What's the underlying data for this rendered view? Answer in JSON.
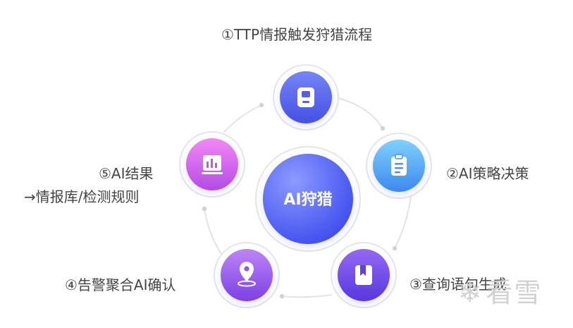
{
  "center": {
    "label": "AI狩猎"
  },
  "steps": [
    {
      "label": "①TTP情报触发狩猎流程",
      "icon": "badge-id-icon"
    },
    {
      "label": "②AI策略决策",
      "icon": "clipboard-list-icon"
    },
    {
      "label": "③查询语句生成",
      "icon": "bookmark-doc-icon"
    },
    {
      "label": "④告警聚合AI确认",
      "icon": "location-pin-icon"
    },
    {
      "label_line1": "⑤AI结果",
      "label_line2": "→情报库/检测规则",
      "icon": "bar-chart-icon"
    }
  ],
  "watermark": {
    "text": "看雪",
    "icon": "snowflake-icon"
  },
  "colors": {
    "ring": "#e2e4ea",
    "node1": [
      "#6f7df7",
      "#4a55e6"
    ],
    "node2": [
      "#79c8ff",
      "#3f8df3"
    ],
    "node3": [
      "#8f63f3",
      "#5a3fe0"
    ],
    "node4": [
      "#b57af7",
      "#7f43e6"
    ],
    "node5": [
      "#f07ef6",
      "#b24ee6"
    ],
    "center": [
      "#7a8cff",
      "#3e4df0"
    ]
  }
}
